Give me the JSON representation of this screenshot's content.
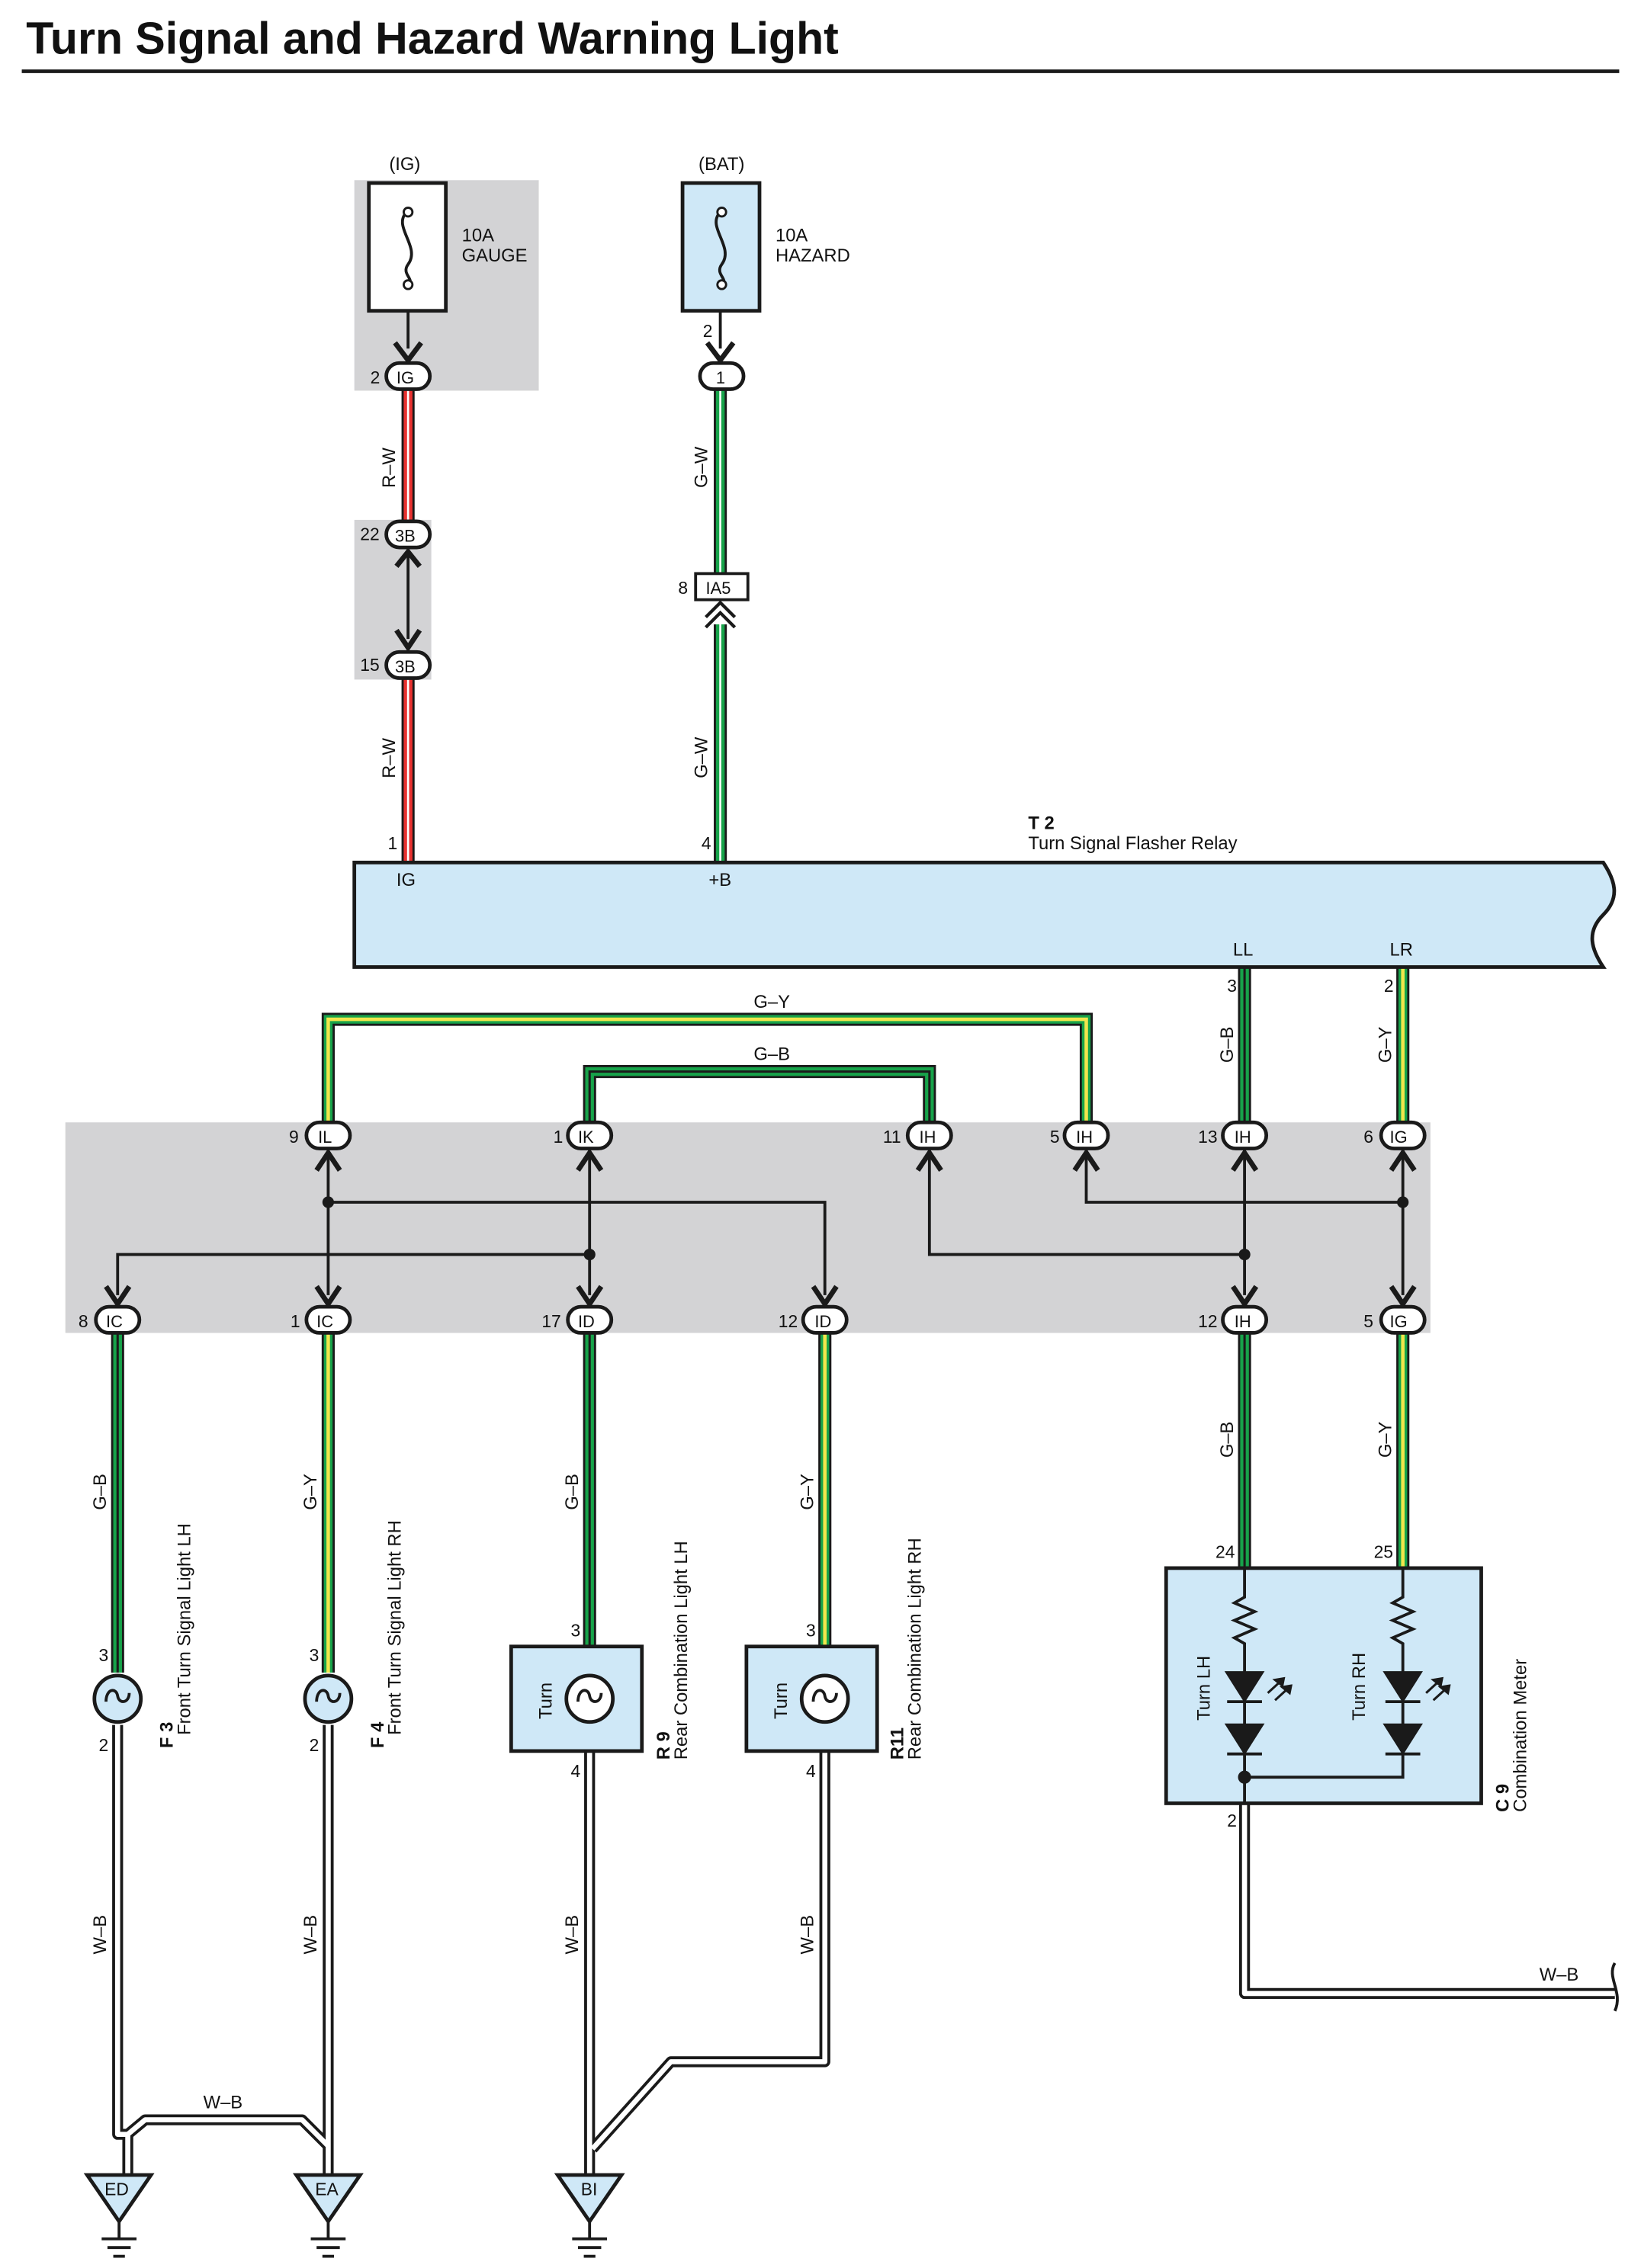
{
  "title": "Turn Signal and Hazard Warning Light",
  "colors": {
    "red": "#e8312f",
    "green": "#17a34a",
    "yellow": "#f2e64c",
    "wire_white": "#ffffff",
    "box_fill": "#cfe8f7",
    "connector_gray": "#d3d3d5",
    "ink": "#1a1a1a"
  },
  "fuses": [
    {
      "supply": "(IG)",
      "rating": "10A",
      "name": "GAUGE"
    },
    {
      "supply": "(BAT)",
      "rating": "10A",
      "name": "HAZARD"
    }
  ],
  "relay": {
    "code": "T 2",
    "name": "Turn Signal Flasher Relay",
    "pins": [
      "IG",
      "+B",
      "LL",
      "LR"
    ]
  },
  "wire_labels": {
    "rw": "R–W",
    "gw": "G–W",
    "gy": "G–Y",
    "gb": "G–B",
    "wb": "W–B"
  },
  "connectors": {
    "ig": "IG",
    "one": "1",
    "three_b": "3B",
    "ia5": "IA5",
    "il": "IL",
    "ik": "IK",
    "ih": "IH",
    "ic": "IC",
    "id": "ID"
  },
  "pins": [
    "2",
    "22",
    "15",
    "1",
    "4",
    "8",
    "3",
    "9",
    "11",
    "5",
    "13",
    "6",
    "17",
    "12",
    "24",
    "25"
  ],
  "lights": [
    {
      "code": "F 3",
      "name": "Front Turn Signal Light LH"
    },
    {
      "code": "F 4",
      "name": "Front Turn Signal Light RH"
    },
    {
      "code": "R 9",
      "name": "Rear Combination Light LH"
    },
    {
      "code": "R11",
      "name": "Rear Combination Light RH"
    }
  ],
  "turn_label": "Turn",
  "meter": {
    "code": "C 9",
    "name": "Combination Meter",
    "lh": "Turn LH",
    "rh": "Turn RH"
  },
  "grounds": [
    "ED",
    "EA",
    "BI"
  ]
}
